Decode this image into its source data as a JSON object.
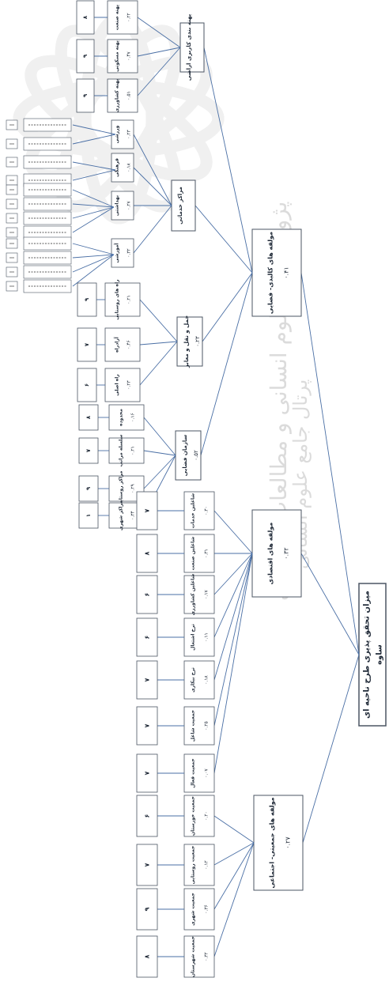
{
  "colors": {
    "box_border": "#4b5563",
    "connector": "#4a6fa5",
    "text": "#1f2937",
    "watermark": "#8b8b8b"
  },
  "root": {
    "title_line1": "میزان تحقق پذیری طرح ناحیه ای",
    "title_line2": "ساوه"
  },
  "groups": [
    {
      "label": "مولفه های کالبدی- فضایی",
      "value": "۰.۴۱",
      "subgroups": [
        {
          "label": "پهنه بندی کاربری اراضی",
          "value": "",
          "indicators": [
            {
              "label": "پهنه صنعت",
              "value": "۰.۲۲",
              "score": "۸"
            },
            {
              "label": "پهنه مسکونی",
              "value": "۰.۴۷",
              "score": "۹"
            },
            {
              "label": "پهنه کشاورزی",
              "value": "۰.۵۱",
              "score": "۹"
            }
          ]
        },
        {
          "label": "مراکز خدماتی",
          "value": "",
          "indicators": [
            {
              "label": "ورزشی",
              "value": "۰.۲۳",
              "score": ""
            },
            {
              "label": "فرهنگی",
              "value": "۰.۱۸",
              "score": ""
            },
            {
              "label": "بهداشتی",
              "value": "۰.۲۷",
              "score": ""
            },
            {
              "label": "آموزشی",
              "value": "۰.۳۲",
              "score": ""
            }
          ]
        },
        {
          "label": "حمل و نقل و معابر",
          "value": "۰.۲۳",
          "indicators": [
            {
              "label": "راه های روستایی",
              "value": "۰.۲۱",
              "score": "۹"
            },
            {
              "label": "آزادراه",
              "value": "۰.۴۶",
              "score": "۷"
            },
            {
              "label": "راه اصلی",
              "value": "۰.۲۳",
              "score": "۶"
            }
          ]
        },
        {
          "label": "سازمان فضایی",
          "value": "۰.۵۲",
          "indicators": [
            {
              "label": "محدوده",
              "value": "۰.۱۶",
              "score": "۸"
            },
            {
              "label": "سلسله مراتب",
              "value": "۰.۲۱",
              "score": "۷"
            },
            {
              "label": "مراکز روستایی",
              "value": "۰.۲۹",
              "score": "۹"
            },
            {
              "label": "مراکز شهری",
              "value": "۰.۳۴",
              "score": "۱"
            }
          ]
        }
      ]
    },
    {
      "label": "مولفه های اقتصادی",
      "value": "۰.۳۲",
      "indicators": [
        {
          "label": "شاغلین خدمات",
          "value": "۰.۳۰",
          "score": "۷"
        },
        {
          "label": "شاغلین صنعت",
          "value": "۰.۳۱",
          "score": "۸"
        },
        {
          "label": "شاغلین کشاورزی",
          "value": "۰.۱۷",
          "score": "۶"
        },
        {
          "label": "نرخ اشتغال",
          "value": "۰.۱۱",
          "score": "۶"
        },
        {
          "label": "نرخ بیکاری",
          "value": "۰.۱۸",
          "score": "۷"
        },
        {
          "label": "جمعیت شاغل",
          "value": "۰.۲۵",
          "score": "۷"
        },
        {
          "label": "جمعیت فعال",
          "value": "۰.۰۷",
          "score": "۷"
        }
      ]
    },
    {
      "label": "مولفه های جمعیتی- اجتماعی",
      "value": "۰.۲۷",
      "indicators": [
        {
          "label": "جمعیت خوزستان",
          "value": "۰.۲۰",
          "score": "۶"
        },
        {
          "label": "جمعیت روستایی",
          "value": "۰.۱۲",
          "score": "۷"
        },
        {
          "label": "جمعیت شهری",
          "value": "۰.۳۶",
          "score": "۹"
        },
        {
          "label": "جمعیت شهرستان",
          "value": "۰.۳۲",
          "score": "۸"
        }
      ]
    }
  ],
  "watermark": {
    "line1": "پژوهشگاه علوم انسانی و مطالعات فرهنگی",
    "line2": "پرتال جامع علوم انسانی"
  }
}
